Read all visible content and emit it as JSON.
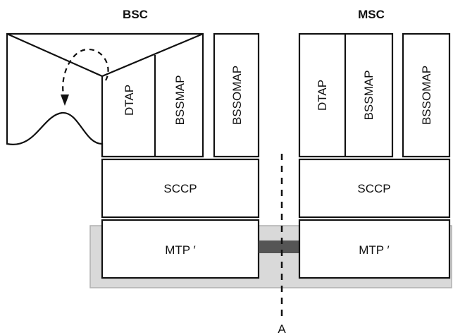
{
  "bsc": {
    "title": "BSC",
    "dtap": "DTAP",
    "bssmap": "BSSMAP",
    "bssomap": "BSSOMAP",
    "sccp": "SCCP",
    "mtp": "MTP ′"
  },
  "msc": {
    "title": "MSC",
    "dtap": "DTAP",
    "bssmap": "BSSMAP",
    "bssomap": "BSSOMAP",
    "sccp": "SCCP",
    "mtp": "MTP ′"
  },
  "interface": {
    "label": "A"
  },
  "colors": {
    "platform": "#d9d9d9",
    "link": "#555555",
    "stroke": "#111111"
  }
}
